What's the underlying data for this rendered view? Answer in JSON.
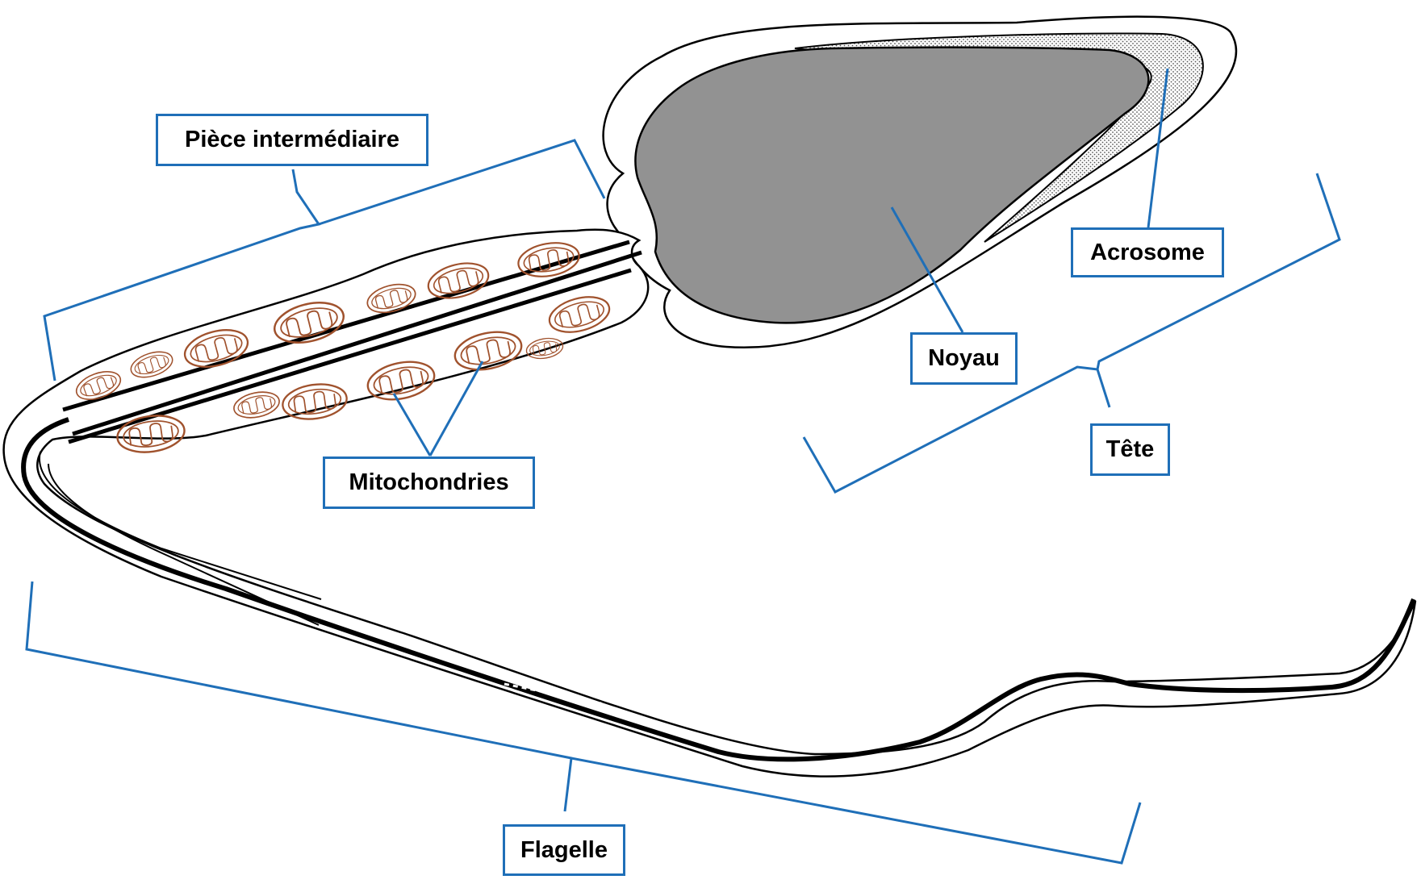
{
  "labels": {
    "piece_intermediaire": "Pièce intermédiaire",
    "acrosome": "Acrosome",
    "noyau": "Noyau",
    "tete": "Tête",
    "mitochondries": "Mitochondries",
    "flagelle": "Flagelle"
  },
  "colors": {
    "annotation": "#1f6fb8",
    "mitochondria": "#a0522d",
    "nucleus": "#929292",
    "acrosome": "#d9d9d9",
    "outline": "#000000"
  }
}
